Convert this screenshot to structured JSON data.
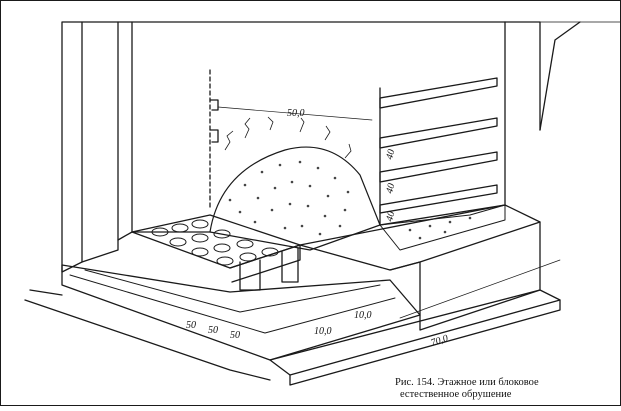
{
  "figure": {
    "caption_line1": "Рис. 154. Этажное или блоковое",
    "caption_line2": "естественное обрушение"
  },
  "dimensions": {
    "top_span": "50,0",
    "wall_1": "40",
    "wall_2": "40",
    "wall_3": "40",
    "floor_1": "50",
    "floor_2": "50",
    "floor_3": "50",
    "front_1": "10,0",
    "front_2": "10,0",
    "base": "70,0"
  }
}
